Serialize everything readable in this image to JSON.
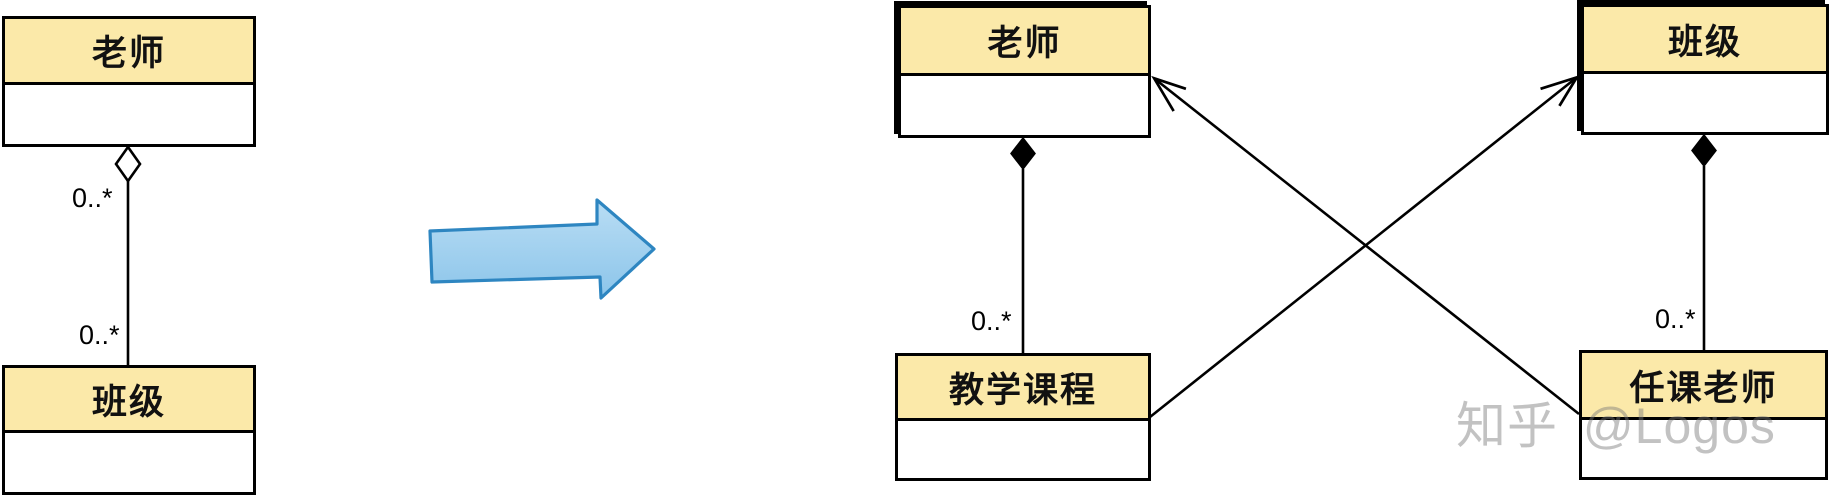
{
  "colors": {
    "background": "#ffffff",
    "stroke": "#000000",
    "class_header_fill": "#FBE9A9",
    "class_body_fill": "#ffffff",
    "arrow_fill_light": "#B9DDF4",
    "arrow_fill_dark": "#8CC5EA",
    "arrow_stroke": "#2E86C1",
    "watermark_color": "rgba(120,120,120,0.45)"
  },
  "left_diagram": {
    "teacher_class": {
      "name": "老师"
    },
    "class_class": {
      "name": "班级"
    },
    "relation": {
      "type": "aggregation",
      "diamond": "hollow-diamond-at-teacher",
      "multiplicity_near_teacher": "0..*",
      "multiplicity_near_class": "0..*"
    }
  },
  "transform_arrow": {
    "shape": "block-arrow",
    "direction": "right"
  },
  "right_diagram": {
    "teacher_class": {
      "name": "老师"
    },
    "class_class": {
      "name": "班级"
    },
    "course_class": {
      "name": "教学课程"
    },
    "course_teacher_class": {
      "name": "任课老师"
    },
    "relations": [
      {
        "from": "教学课程",
        "to": "老师",
        "type": "composition",
        "diamond": "filled-diamond-at-teacher",
        "multiplicity": "0..*"
      },
      {
        "from": "任课老师",
        "to": "班级",
        "type": "composition",
        "diamond": "filled-diamond-at-class",
        "multiplicity": "0..*"
      },
      {
        "from": "教学课程",
        "to": "班级",
        "type": "directed-association",
        "arrow": "open-arrowhead-at-class"
      },
      {
        "from": "任课老师",
        "to": "老师",
        "type": "directed-association",
        "arrow": "open-arrowhead-at-teacher"
      }
    ]
  },
  "watermark": {
    "text": "知乎 @Logos"
  }
}
